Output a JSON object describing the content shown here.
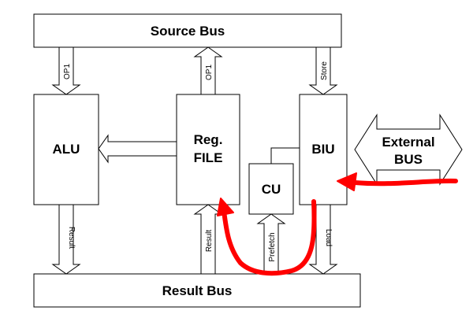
{
  "buses": {
    "source": "Source Bus",
    "result": "Result Bus"
  },
  "blocks": {
    "alu": "ALU",
    "regfile_line1": "Reg.",
    "regfile_line2": "FILE",
    "biu": "BIU",
    "cu": "CU",
    "external_line1": "External",
    "external_line2": "BUS"
  },
  "connections": {
    "op1_alu": "OP1",
    "op1_reg": "OP1",
    "store": "Store",
    "result_alu": "Result",
    "result_reg": "Result",
    "prefetch": "Prefetch",
    "load": "Load"
  },
  "colors": {
    "annotation": "#ff0000",
    "stroke": "#000000",
    "fill": "#ffffff"
  }
}
